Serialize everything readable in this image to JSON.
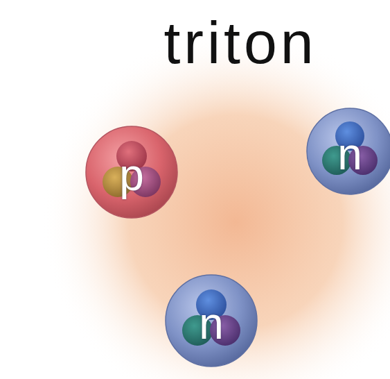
{
  "diagram": {
    "title": "triton",
    "nodes": [
      {
        "text": [
          "p"
        ]
      },
      {
        "text": [
          "n"
        ]
      },
      {
        "text": [
          "n"
        ]
      }
    ]
  }
}
